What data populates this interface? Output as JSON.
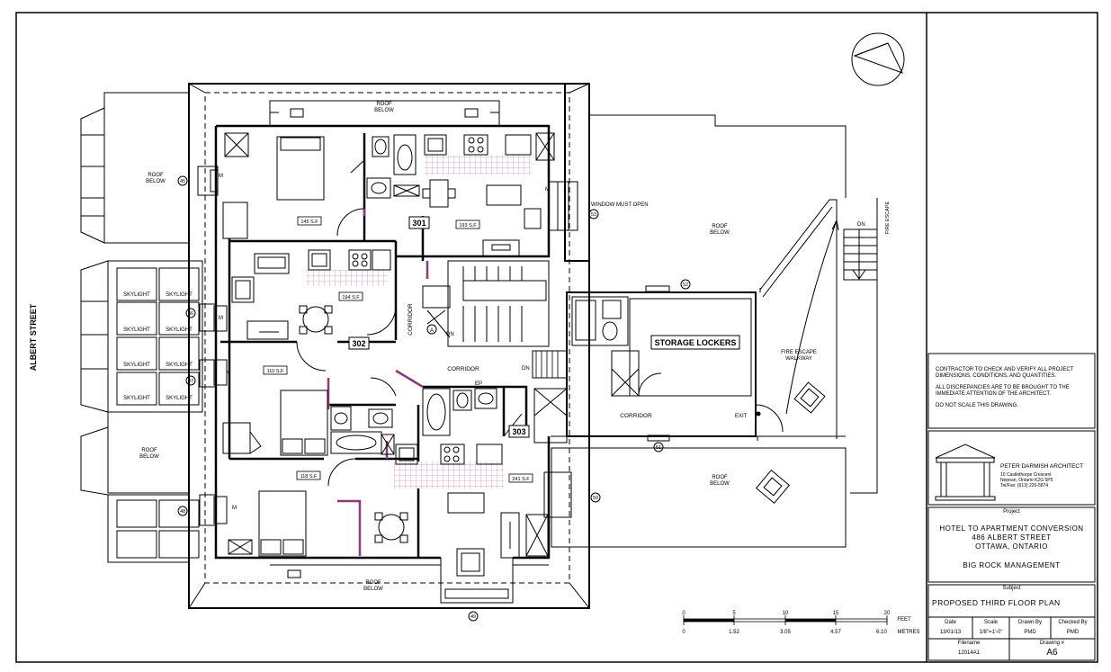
{
  "street": {
    "label": "ALBERT STREET"
  },
  "roof_labels": {
    "north": "ROOF\nBELOW",
    "west_upper": "ROOF\nBELOW",
    "west_lower": "ROOF\nBELOW",
    "south": "ROOF\nBELOW",
    "east_upper": "ROOF\nBELOW",
    "east_lower": "ROOF\nBELOW"
  },
  "skylight_label": "SKYLIGHT",
  "units": {
    "u301": {
      "number": "301",
      "areas": [
        "145 S.F",
        "193 S.F"
      ]
    },
    "u302": {
      "number": "302",
      "areas": [
        "194 S.F",
        "110 S.F"
      ]
    },
    "u303": {
      "number": "303",
      "areas": [
        "241 S.F",
        "118 S.F"
      ]
    }
  },
  "labels": {
    "corridor_main": "CORRIDOR",
    "corridor_vertical": "CORRIDOR",
    "corridor_east": "CORRIDOR",
    "storage": "STORAGE LOCKERS",
    "fire_escape_walkway": "FIRE ESCAPE\nWALKWAY",
    "fire_escape": "FIRE ESCAPE",
    "window_must_open": "WINDOW MUST OPEN",
    "exit": "EXIT",
    "dn1": "DN",
    "dn2": "DN",
    "dn3": "DN",
    "ep": "EP",
    "stair_a": "A"
  },
  "grid_markers": [
    "45",
    "46",
    "47",
    "48",
    "49",
    "50",
    "51",
    "52",
    "53"
  ],
  "scale_bar": {
    "feet_ticks": [
      "0",
      "5",
      "10",
      "15",
      "20"
    ],
    "feet_unit": "FEET",
    "metre_ticks": [
      "0",
      "1.52",
      "3.05",
      "4.57",
      "6.10"
    ],
    "metre_unit": "METRES"
  },
  "notes": [
    "CONTRACTOR TO CHECK AND VERIFY ALL PROJECT DIMENSIONS, CONDITIONS, AND QUANTITIES.",
    "ALL DISCREPANCIES ARE TO BE BROUGHT TO THE IMMEDIATE ATTENTION OF THE ARCHITECT.",
    "DO NOT SCALE THIS DRAWING."
  ],
  "architect": {
    "name": "PETER DARMISH ARCHITECT",
    "address1": "10 Castlethorpe Crescent",
    "address2": "Nepean, Ontario  K2G 5P5",
    "phone": "Tel/Fax: (613) 226-5874"
  },
  "project": {
    "heading": "Project",
    "line1": "HOTEL TO APARTMENT CONVERSION",
    "line2": "486 ALBERT STREET",
    "line3": "OTTAWA, ONTARIO",
    "client": "BIG ROCK MANAGEMENT"
  },
  "subject": {
    "heading": "Subject",
    "title": "PROPOSED THIRD FLOOR PLAN"
  },
  "title_fields": {
    "date_label": "Date",
    "date_value": "13/01/13",
    "scale_label": "Scale",
    "scale_value": "1/8\"=1'-0\"",
    "drawn_label": "Drawn By",
    "drawn_value": "PMD",
    "checked_label": "Checked By",
    "checked_value": "PMD",
    "filename_label": "Filename",
    "filename_value": "12014A1",
    "drawing_label": "Drawing #",
    "drawing_value": "A6"
  },
  "colors": {
    "ink": "#000000",
    "partition": "#8b3a7a",
    "tile": "#d98cc0"
  }
}
